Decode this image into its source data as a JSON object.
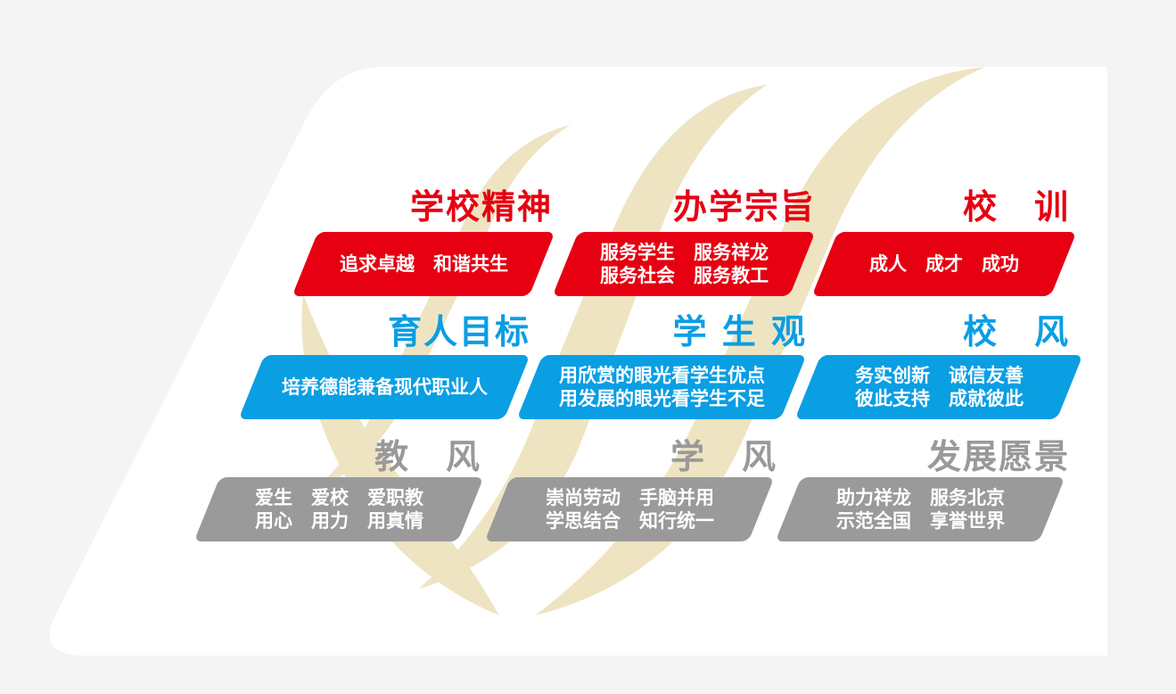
{
  "theme": {
    "red": "#e60012",
    "blue": "#0a9ee3",
    "gray": "#9a9a9a",
    "beige": "#eee4c2"
  },
  "rows": [
    {
      "color": "red",
      "items": [
        {
          "title": "学校精神",
          "lines": [
            "追求卓越　和谐共生"
          ]
        },
        {
          "title": "办学宗旨",
          "lines": [
            "服务学生　服务祥龙",
            "服务社会　服务教工"
          ]
        },
        {
          "title": "校　训",
          "lines": [
            "成人　成才　成功"
          ]
        }
      ]
    },
    {
      "color": "blue",
      "items": [
        {
          "title": "育人目标",
          "lines": [
            "培养德能兼备现代职业人"
          ]
        },
        {
          "title": "学 生 观",
          "lines": [
            "用欣赏的眼光看学生优点",
            "用发展的眼光看学生不足"
          ]
        },
        {
          "title": "校　风",
          "lines": [
            "务实创新　诚信友善",
            "彼此支持　成就彼此"
          ]
        }
      ]
    },
    {
      "color": "gray",
      "items": [
        {
          "title": "教　风",
          "lines": [
            "爱生　爱校　爱职教",
            "用心　用力　用真情"
          ]
        },
        {
          "title": "学　风",
          "lines": [
            "崇尚劳动　手脑并用",
            "学思结合　知行统一"
          ]
        },
        {
          "title": "发展愿景",
          "lines": [
            "助力祥龙　服务北京",
            "示范全国　享誉世界"
          ]
        }
      ]
    }
  ]
}
